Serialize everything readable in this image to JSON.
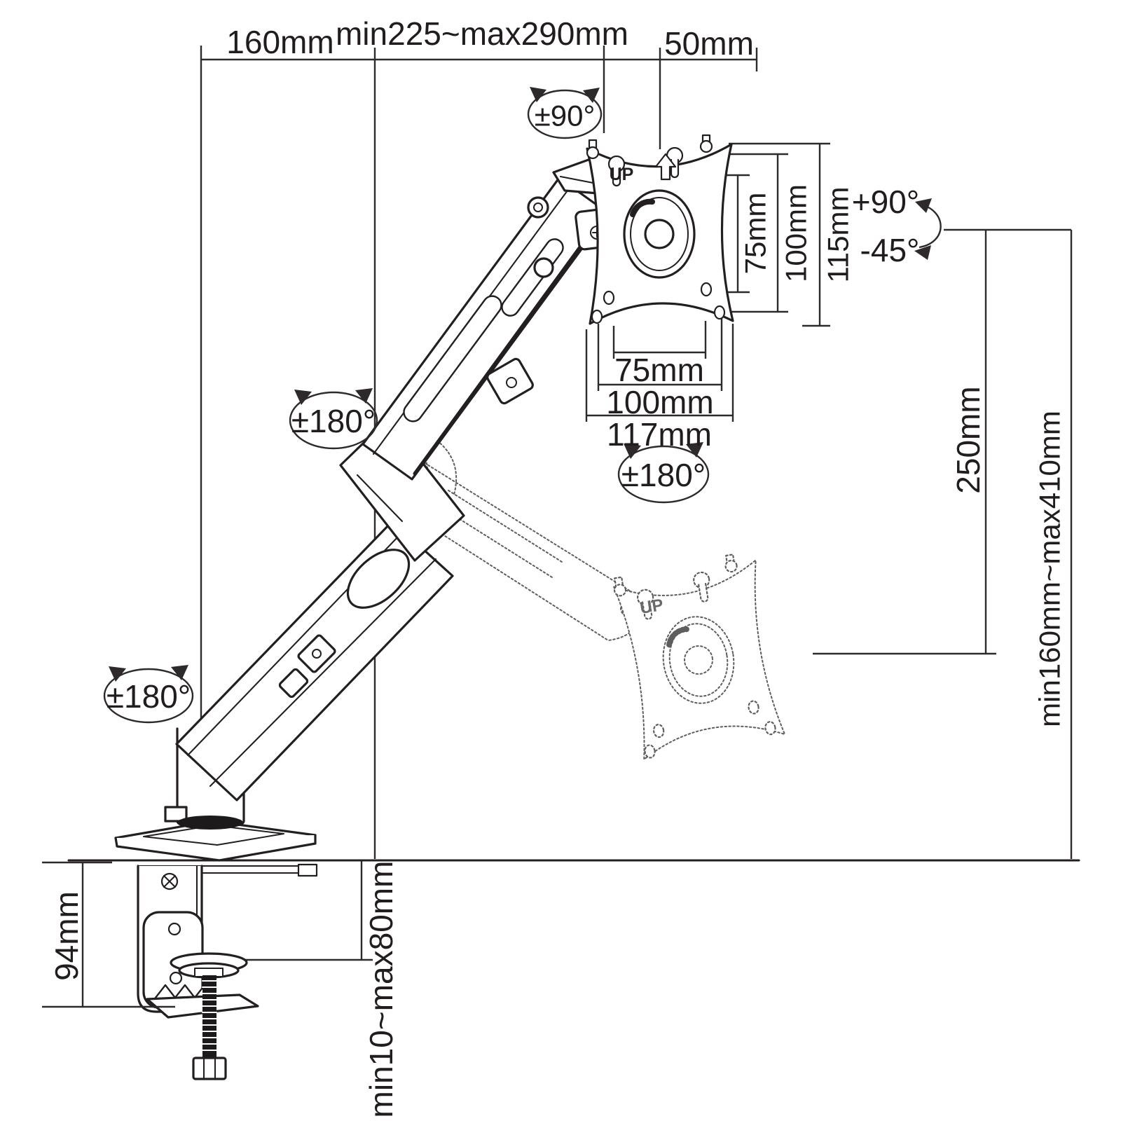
{
  "figure": {
    "background": "#ffffff",
    "line_color": "#231f20",
    "ghost_color": "#5e5e5e"
  },
  "dimensions": {
    "top_offset": "160mm",
    "horizontal_reach": "min225~max290mm",
    "vesa_offset": "50mm",
    "vesa_v75": "75mm",
    "vesa_v100": "100mm",
    "vesa_v115": "115mm",
    "vesa_h75": "75mm",
    "vesa_h100": "100mm",
    "vesa_h117": "117mm",
    "arm_drop": "250mm",
    "height_range": "min160mm~max410mm",
    "clamp_height": "94mm",
    "desk_thickness": "min10~max80mm"
  },
  "angles": {
    "pan_top": "±90°",
    "tilt_up": "+90°",
    "tilt_down": "-45°",
    "rotate_vesa": "±180°",
    "swivel_upper": "±180°",
    "swivel_lower": "±180°"
  },
  "plate": {
    "up": "UP"
  }
}
